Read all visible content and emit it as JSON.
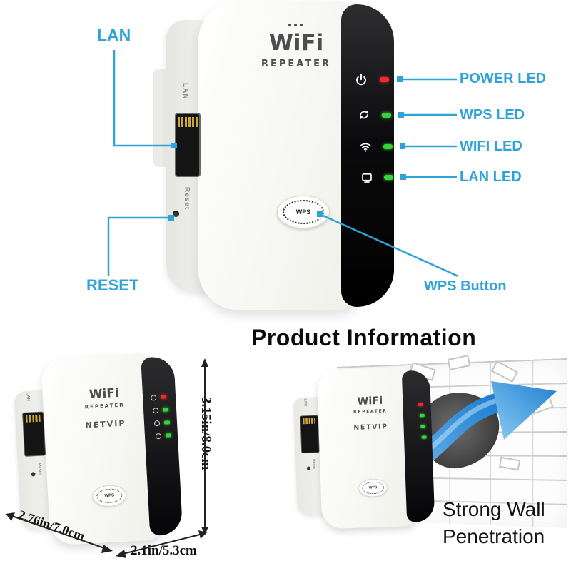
{
  "top_diagram": {
    "callouts": {
      "lan": "LAN",
      "reset": "RESET",
      "power_led": "POWER LED",
      "wps_led": "WPS LED",
      "wifi_led": "WIFI LED",
      "lan_led": "LAN LED",
      "wps_button": "WPS Button"
    }
  },
  "device": {
    "logo": "WiFi",
    "sub": "REPEATER",
    "model": "NETVIP",
    "wps": "WPS",
    "port_label": "LAN",
    "reset_label": "Reset"
  },
  "product_info": {
    "title": "Product Information",
    "height": "3.15in/8.0cm",
    "depth": "2.76in/7.0cm",
    "width": "2.1in/5.3cm",
    "feature_line1": "Strong Wall",
    "feature_line2": "Penetration"
  },
  "colors": {
    "callout_blue": "#2fa3d9",
    "led_power_red": "#ee2b2b",
    "led_on_green": "#3ad23b",
    "arrow_blue": "#2d9fe8",
    "stripe_black": "#0b0b0d"
  }
}
